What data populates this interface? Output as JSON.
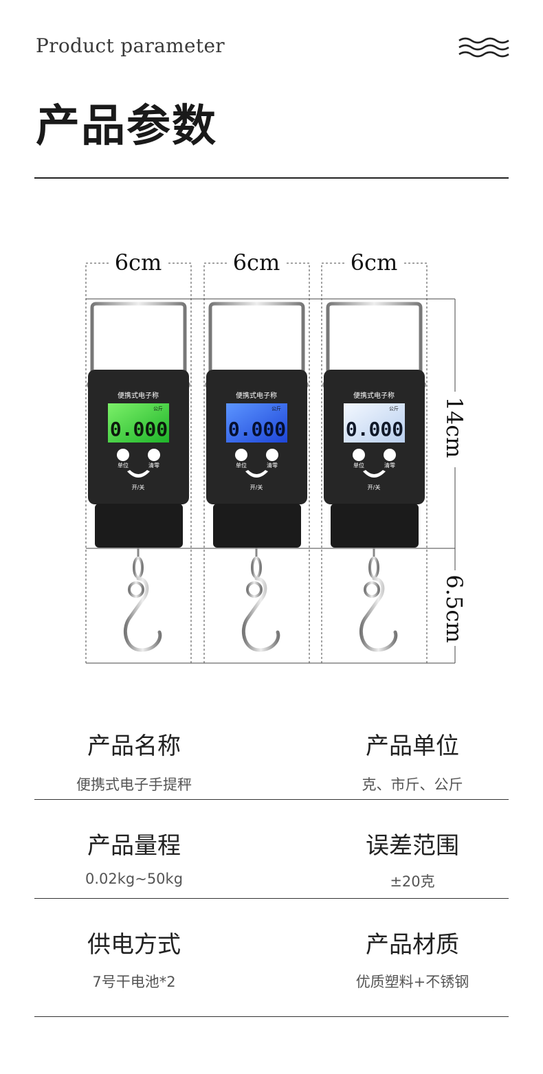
{
  "header": {
    "subtitle": "Product parameter",
    "title": "产品参数"
  },
  "product_image": {
    "width_labels": [
      "6cm",
      "6cm",
      "6cm"
    ],
    "height_label": "14cm",
    "hook_label": "6.5cm",
    "device_label": "便携式电子称",
    "unit_tag": "公斤",
    "reading": "0.000",
    "left_button": "单位",
    "right_button": "清零",
    "power_button": "开/关",
    "screen_colors": [
      "#3fd13a",
      "#2b66f2",
      "#d8e8fb"
    ]
  },
  "specs": [
    {
      "name": "产品名称",
      "value": "便携式电子手提秤"
    },
    {
      "name": "产品单位",
      "value": "克、市斤、公斤"
    },
    {
      "name": "产品量程",
      "value": "0.02kg~50kg"
    },
    {
      "name": "误差范围",
      "value": "±20克"
    },
    {
      "name": "供电方式",
      "value": "7号干电池*2"
    },
    {
      "name": "产品材质",
      "value": "优质塑料+不锈钢"
    }
  ]
}
